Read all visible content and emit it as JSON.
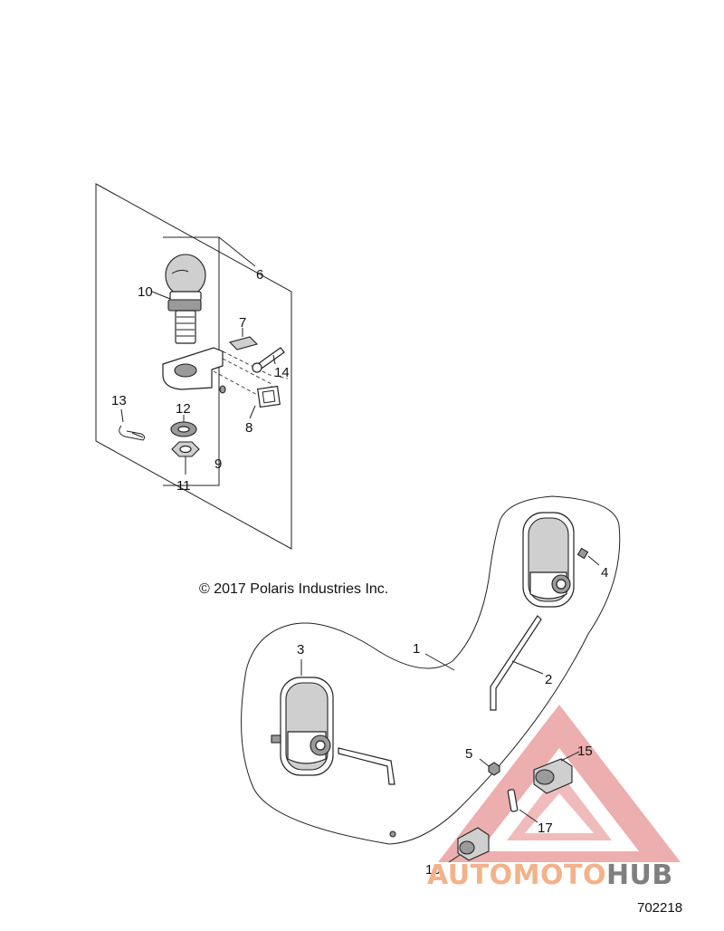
{
  "copyright": "© 2017 Polaris Industries Inc.",
  "figure_id": "702218",
  "callouts": {
    "c1": "1",
    "c2": "2",
    "c3": "3",
    "c4": "4",
    "c5": "5",
    "c6": "6",
    "c7": "7",
    "c8": "8",
    "c9": "9",
    "c10": "10",
    "c11": "11",
    "c12": "12",
    "c13": "13",
    "c14": "14",
    "c15": "15",
    "c16": "16",
    "c17": "17"
  },
  "watermark": {
    "text_part1": "AUTOMOTO",
    "text_part2": "HUB",
    "color_part1": "#f3b28a",
    "color_part2": "#7f7f7f",
    "triangle_color": "#e57373"
  }
}
